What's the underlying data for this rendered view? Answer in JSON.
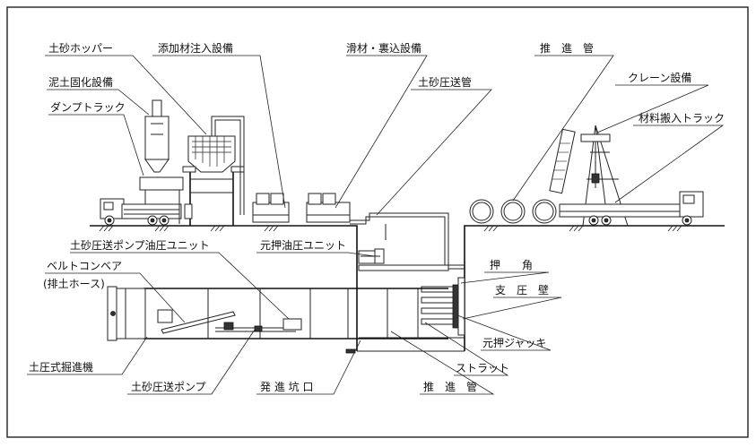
{
  "labels": {
    "soil_hopper": "土砂ホッパー",
    "additive_injection": "添加材注入設備",
    "lubricant_backfill": "滑材・裏込設備",
    "jacking_pipe_top": "推　進　管",
    "crane": "クレーン設備",
    "mud_solidification": "泥土固化設備",
    "soil_pressure_pipe": "土砂圧送管",
    "material_truck": "材料搬入トラック",
    "dump_truck": "ダンプトラック",
    "pump_hydraulic_unit": "土砂圧送ポンプ油圧ユニット",
    "main_hydraulic_unit": "元押油圧ユニット",
    "belt_conveyor": "ベルトコンベア",
    "belt_conveyor_sub": "(排土ホース)",
    "push_ring": "押　　角",
    "reaction_wall": "支　圧　壁",
    "main_jack": "元押ジャッキ",
    "strut": "ストラット",
    "epb_machine": "土圧式掘進機",
    "soil_pump": "土砂圧送ポンプ",
    "launch_shaft": "発 進 坑 口",
    "jacking_pipe_bottom": "推　進　管"
  }
}
